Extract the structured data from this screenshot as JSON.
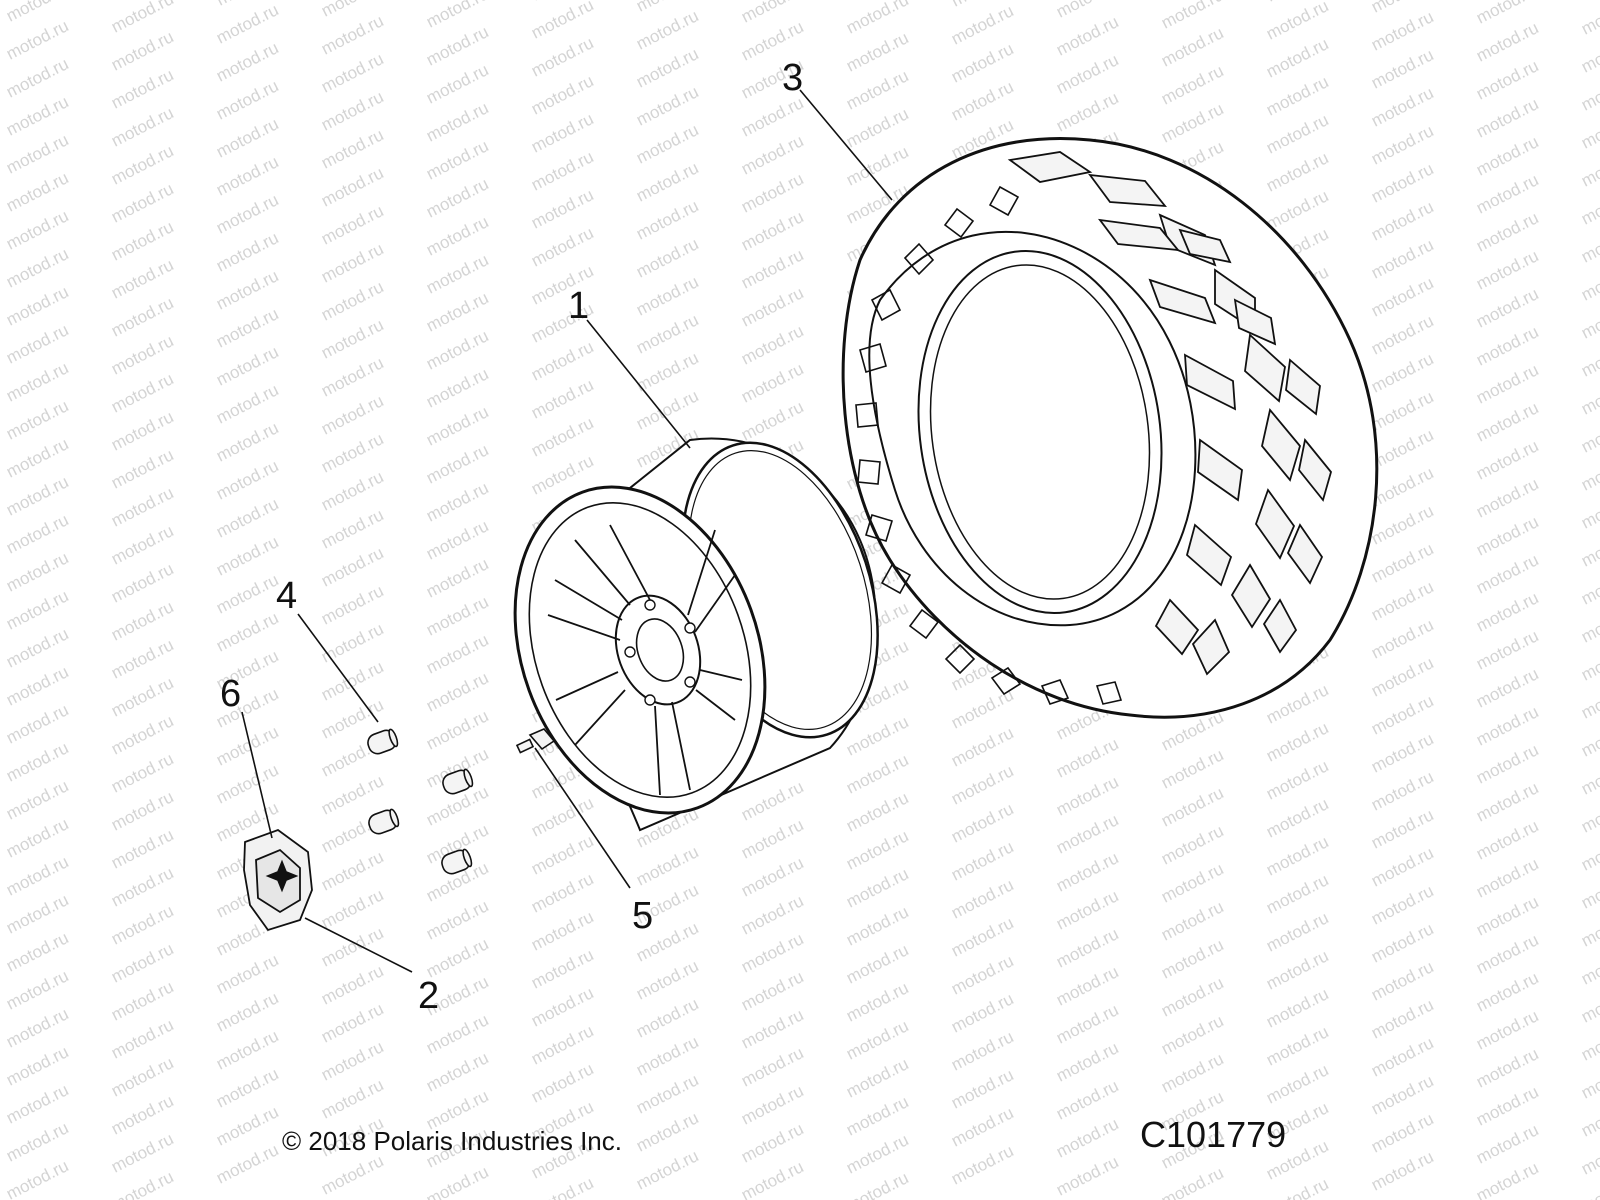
{
  "watermark": {
    "text": "motod.ru"
  },
  "callouts": [
    {
      "label": "1",
      "part": "wheel"
    },
    {
      "label": "2",
      "part": "center-cap"
    },
    {
      "label": "3",
      "part": "tire"
    },
    {
      "label": "4",
      "part": "lug-nut"
    },
    {
      "label": "5",
      "part": "valve-stem"
    },
    {
      "label": "6",
      "part": "center-cap"
    }
  ],
  "footer": {
    "copyright": "© 2018 Polaris Industries Inc.",
    "figure_code": "C101779"
  },
  "colors": {
    "line": "#111111",
    "watermark": "#d4d4d4",
    "background": "#ffffff"
  }
}
